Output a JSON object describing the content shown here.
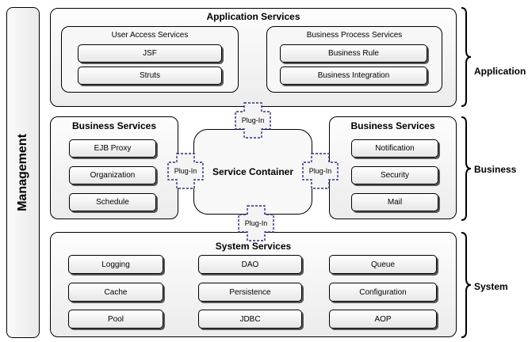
{
  "management": "Management",
  "application_services": {
    "title": "Application Services",
    "user_access": {
      "title": "User Access Services",
      "items": [
        "JSF",
        "Struts"
      ]
    },
    "business_process": {
      "title": "Business Process Services",
      "items": [
        "Business Rule",
        "Business Integration"
      ]
    }
  },
  "business_left": {
    "title": "Business Services",
    "items": [
      "EJB Proxy",
      "Organization",
      "Schedule"
    ]
  },
  "business_right": {
    "title": "Business Services",
    "items": [
      "Notification",
      "Security",
      "Mail"
    ]
  },
  "service_container": "Service Container",
  "plugin_label": "Plug-In",
  "system_services": {
    "title": "System Services",
    "items": [
      "Logging",
      "DAO",
      "Queue",
      "Cache",
      "Persistence",
      "Configuration",
      "Pool",
      "JDBC",
      "AOP"
    ]
  },
  "layers": [
    "Application",
    "Business",
    "System"
  ]
}
